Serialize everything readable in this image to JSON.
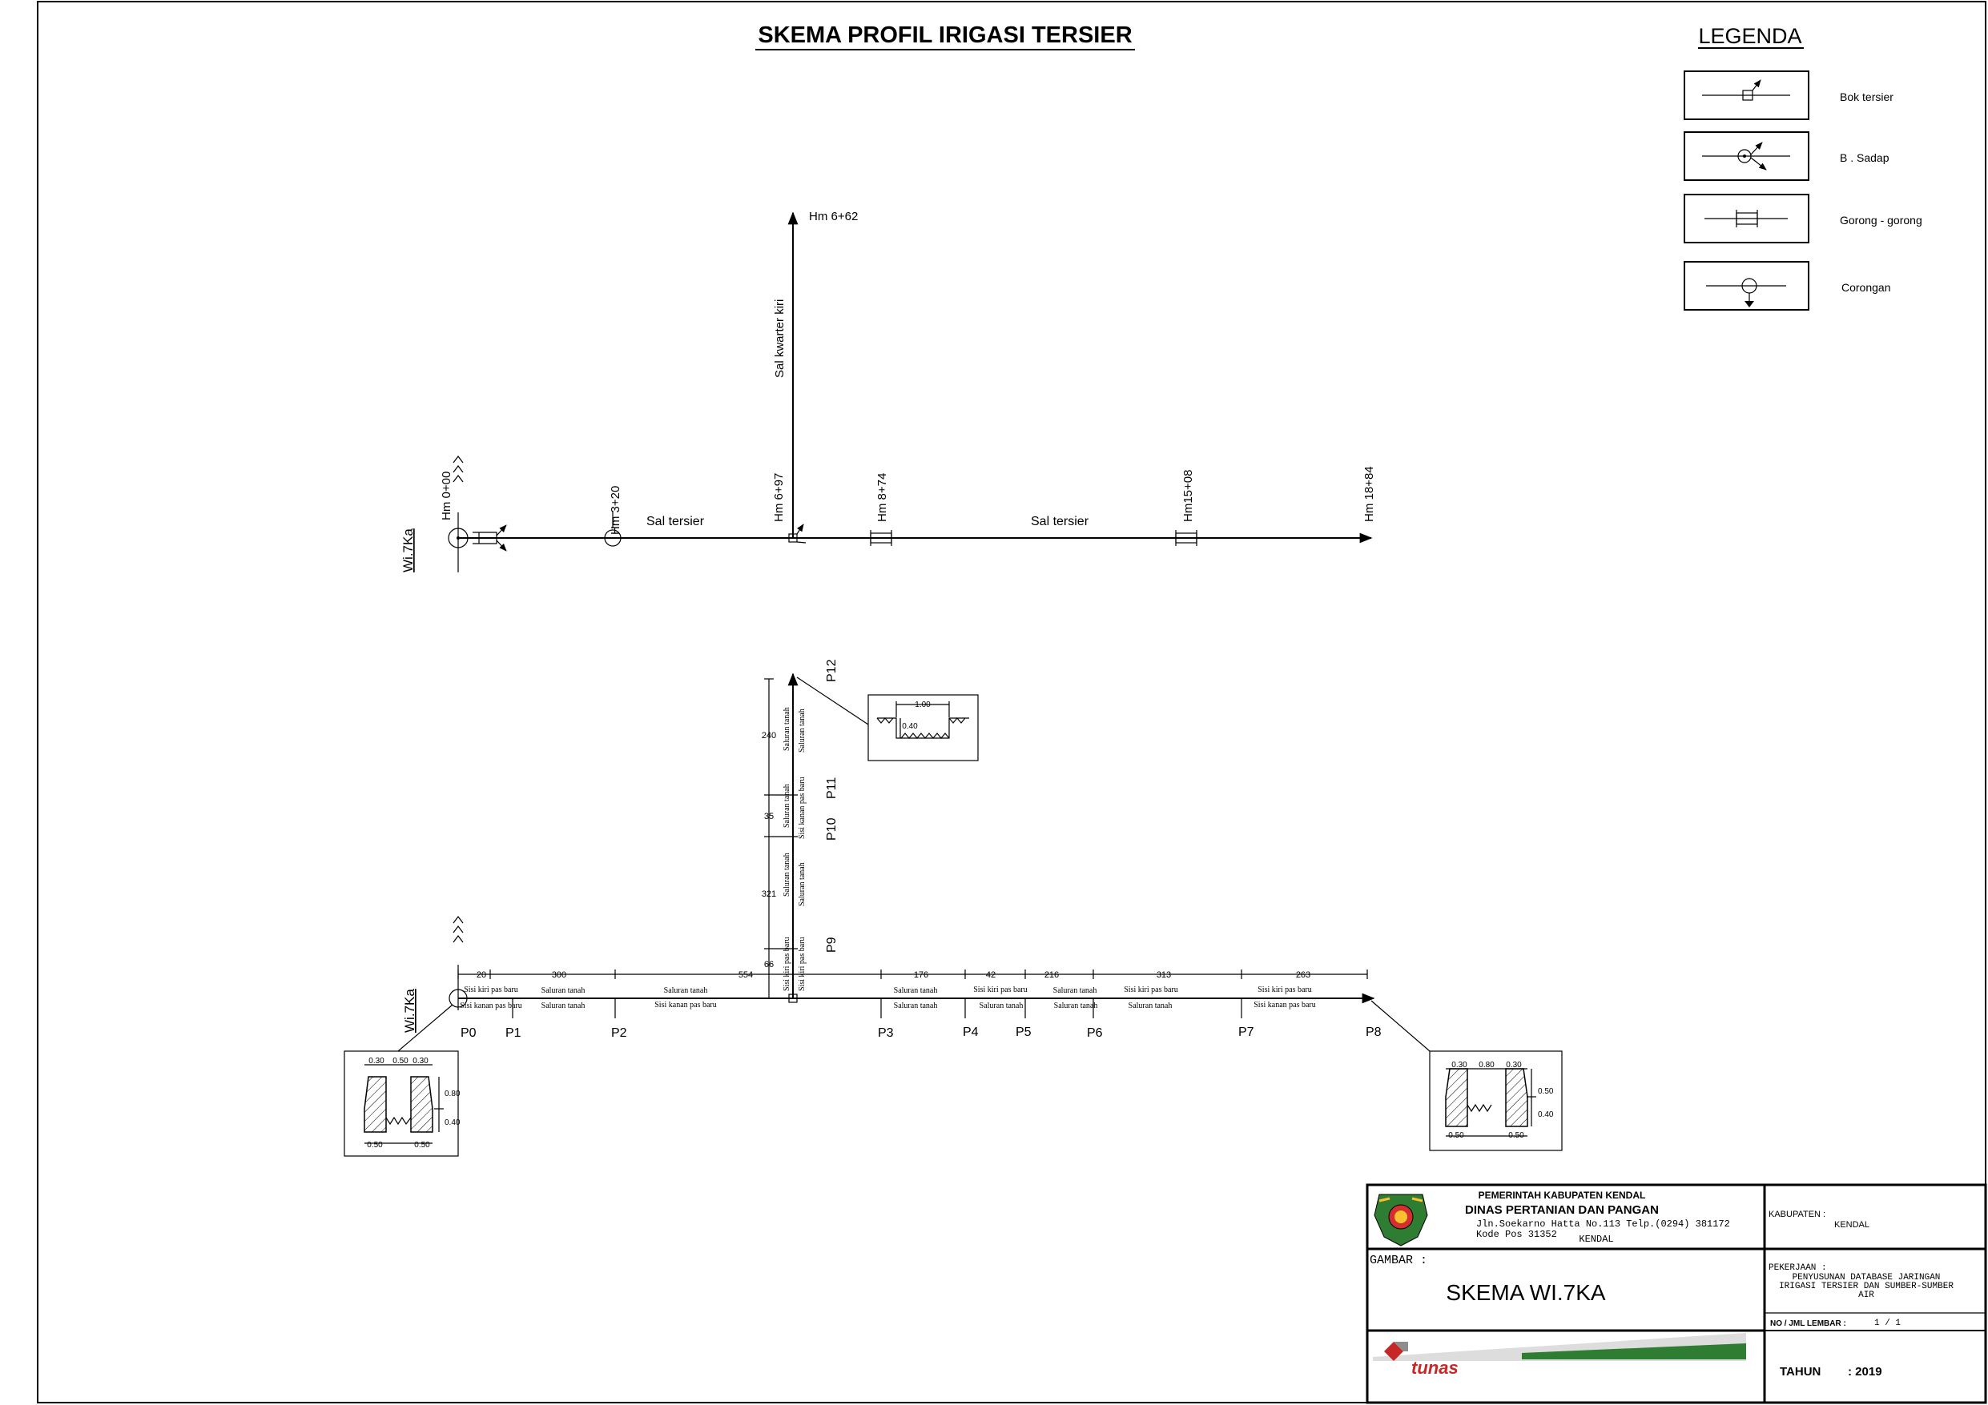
{
  "title": "SKEMA PROFIL IRIGASI TERSIER",
  "legend": {
    "title": "LEGENDA",
    "items": [
      {
        "label": "Bok tersier",
        "icon": "bok-tersier-icon"
      },
      {
        "label": "B . Sadap",
        "icon": "bangunan-sadap-icon"
      },
      {
        "label": "Gorong - gorong",
        "icon": "gorong-gorong-icon"
      },
      {
        "label": "Corongan",
        "icon": "corongan-icon"
      }
    ]
  },
  "scheme": {
    "side_label": "Wi.7Ka",
    "stations": [
      "Hm 0+00",
      "Hm 3+20",
      "Hm 6+97",
      "Hm 8+74",
      "Hm15+08",
      "Hm 18+84"
    ],
    "branch_end": "Hm 6+62",
    "branch_label": "Sal kwarter kiri",
    "channel_labels": [
      "Sal tersier",
      "Sal tersier"
    ]
  },
  "profile": {
    "side_label": "Wi.7Ka",
    "points_main": [
      "P0",
      "P1",
      "P2",
      "P3",
      "P4",
      "P5",
      "P6",
      "P7",
      "P8"
    ],
    "points_branch": [
      "P9",
      "P10",
      "P11",
      "P12"
    ],
    "distances_main": [
      "20",
      "300",
      "554",
      "176",
      "42",
      "216",
      "313",
      "263"
    ],
    "distances_branch": [
      "66",
      "321",
      "35",
      "240"
    ],
    "upper_labels": [
      "Sisi kiri pas baru",
      "Saluran tanah",
      "Saluran tanah",
      "Saluran tanah",
      "Sisi kiri pas baru",
      "Saluran tanah",
      "Sisi kiri pas baru",
      "Sisi kiri pas baru"
    ],
    "lower_labels": [
      "Sisi kanan pas baru",
      "Saluran tanah",
      "Sisi kanan pas baru",
      "Saluran tanah",
      "Saluran tanah",
      "Saluran tanah",
      "Saluran tanah",
      "Sisi kanan pas baru"
    ],
    "branch_left_labels": [
      "Sisi kiri pas baru",
      "Saluran tanah",
      "Saluran tanah",
      "Saluran tanah"
    ],
    "branch_right_labels": [
      "Sisi kiri pas baru",
      "Saluran tanah",
      "Sisi kanan pas baru",
      "Saluran tanah"
    ],
    "section_top": {
      "width": "1.00",
      "depth": "0.40"
    },
    "section_left": {
      "top1": "0.30",
      "top2": "0.50",
      "top3": "0.30",
      "h1": "0.80",
      "h2": "0.40",
      "bot1": "0.50",
      "bot2": "0.50"
    },
    "section_right": {
      "top1": "0.30",
      "top2": "0.80",
      "top3": "0.30",
      "h1": "0.50",
      "h2": "0.40",
      "bot1": "0.50",
      "bot2": "0.50"
    }
  },
  "titleblock": {
    "gov": "PEMERINTAH KABUPATEN KENDAL",
    "dept": "DINAS PERTANIAN DAN PANGAN",
    "address1": "Jln.Soekarno Hatta No.113 Telp.(0294) 381172",
    "address2": "Kode Pos 31352",
    "city": "KENDAL",
    "kabupaten_label": "KABUPATEN :",
    "kabupaten_value": "KENDAL",
    "gambar_label": "GAMBAR :",
    "gambar_value": "SKEMA WI.7KA",
    "pekerjaan_label": "PEKERJAAN :",
    "pekerjaan_lines": [
      "PENYUSUNAN DATABASE JARINGAN",
      "IRIGASI TERSIER DAN SUMBER-SUMBER",
      "AIR"
    ],
    "lembar_label": "NO / JML LEMBAR :",
    "lembar_value": "1 / 1",
    "tahun_label": "TAHUN",
    "tahun_value": ": 2019",
    "logo_text": "tunas"
  }
}
